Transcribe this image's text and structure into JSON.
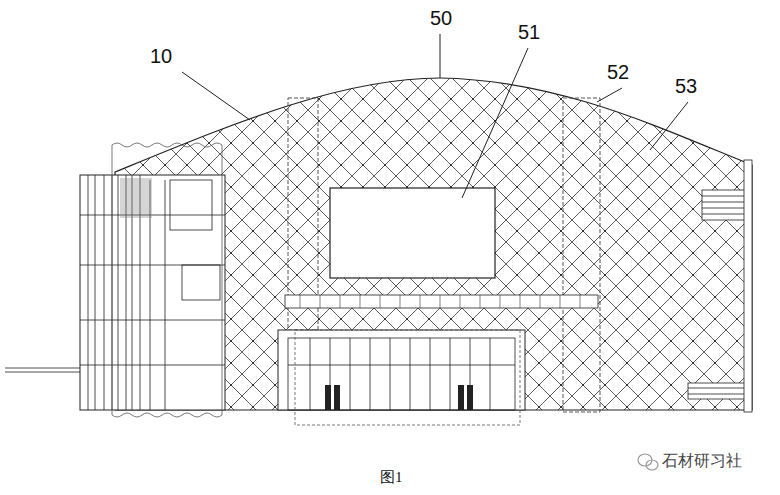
{
  "diagram": {
    "caption": "图1",
    "labels": [
      "10",
      "50",
      "51",
      "52",
      "53",
      "石材研习社"
    ]
  }
}
